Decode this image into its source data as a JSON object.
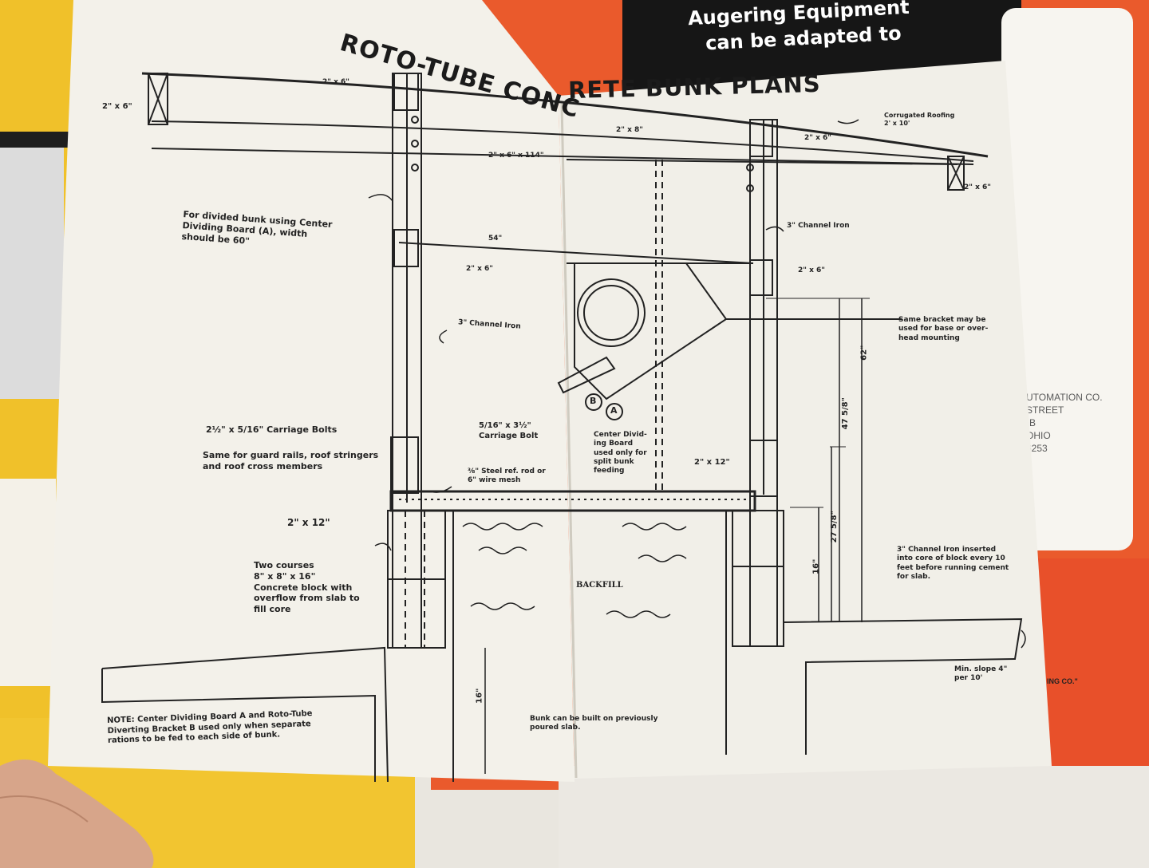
{
  "booklet": {
    "title_left": "ROTO-TUBE CONC",
    "title_right": "RETE BUNK PLANS"
  },
  "background": {
    "ad_line1": "Augering Equipment",
    "ad_line2": "can be adapted to",
    "company_address": "UTOMATION CO.\nSTREET\n-B\nOHIO\n6253",
    "company_footer": "ING  CO.\""
  },
  "labels": {
    "roof_left_2x6": "2\" x 6\"",
    "eave_left_2x6": "2\" x 6\"",
    "beam_2x6x114": "2\" x 6\" x 114\"",
    "divided_bunk_note": "For divided bunk using Center\nDividing Board (A), width\nshould be 60\"",
    "dim_54": "54\"",
    "mid_left_2x6": "2\" x 6\"",
    "channel_left": "3\" Channel Iron",
    "carriage_bolts": "2½\" x 5/16\" Carriage Bolts",
    "same_for_guard": "Same for guard rails, roof stringers\nand roof cross members",
    "carriage_bolt_mid": "5/16\" x 3½\"\nCarriage Bolt",
    "steel_rod": "⅜\" Steel ref. rod or\n6\" wire mesh",
    "board_left_2x12": "2\" x 12\"",
    "concrete_block": "Two courses\n8\" x 8\" x 16\"\nConcrete block with\noverflow from slab to\nfill core",
    "dim_16_left": "16\"",
    "note": "NOTE: Center Dividing Board A and Roto-Tube\nDiverting Bracket B used only when separate\nrations to be fed to each side of bunk.",
    "bunk_previous": "Bunk can be built on previously\npoured slab.",
    "top_2x8": "2\" x 8\"",
    "top_right_2x6": "2\" x 6\"",
    "corrugated": "Corrugated Roofing\n2' x 10'",
    "eave_right_2x6": "2\" x 6\"",
    "channel_right": "3\" Channel Iron",
    "right_2x6": "2\" x 6\"",
    "same_bracket": "Same bracket may be\nused for base or over-\nhead mounting",
    "dim_62": "62\"",
    "dim_47": "47 5/8\"",
    "dim_27": "27 5/8\"",
    "dim_16_right": "16\"",
    "center_board": "Center Divid-\ning Board\nused only for\nsplit bunk\nfeeding",
    "board_right_2x12": "2\" x 12\"",
    "marker_a": "A",
    "marker_b": "B",
    "backfill": "BACKFILL",
    "channel_insert": "3\" Channel Iron inserted\ninto core of block every 10\nfeet before running cement\nfor slab.",
    "min_slope": "Min. slope 4\"\nper 10'"
  }
}
